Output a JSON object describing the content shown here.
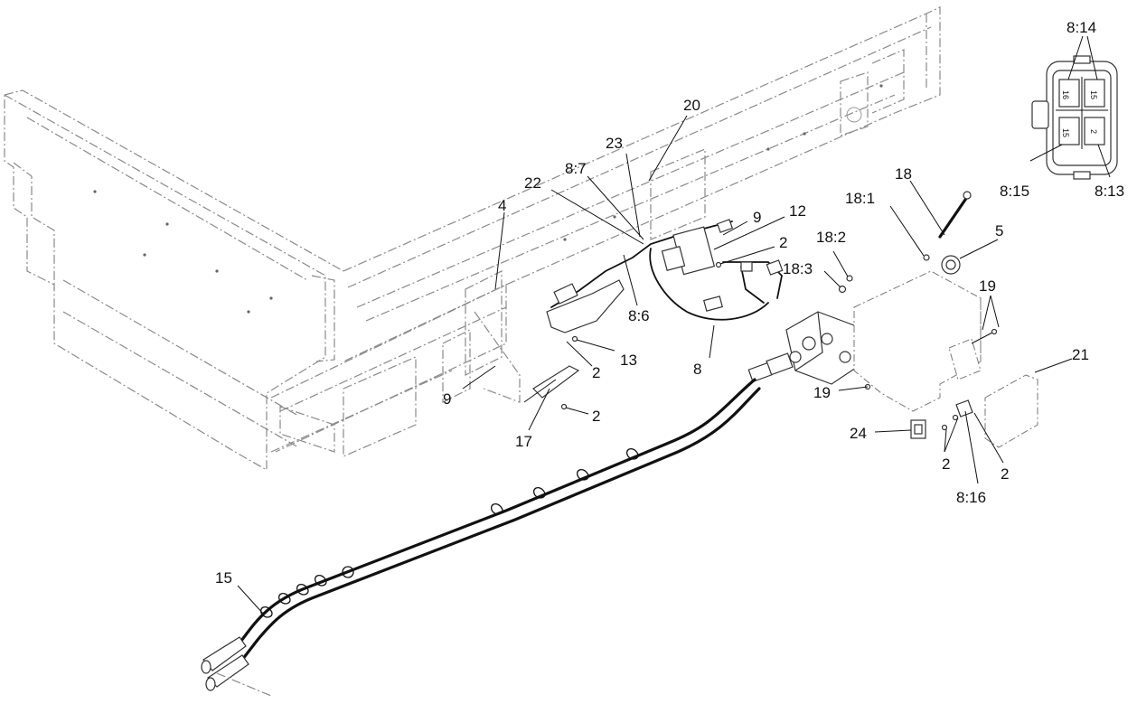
{
  "callouts": [
    {
      "id": "20",
      "text": "20"
    },
    {
      "id": "23",
      "text": "23"
    },
    {
      "id": "8-7",
      "text": "8:7"
    },
    {
      "id": "22",
      "text": "22"
    },
    {
      "id": "4",
      "text": "4"
    },
    {
      "id": "9-top",
      "text": "9"
    },
    {
      "id": "12",
      "text": "12"
    },
    {
      "id": "2-a",
      "text": "2"
    },
    {
      "id": "8-6",
      "text": "8:6"
    },
    {
      "id": "13",
      "text": "13"
    },
    {
      "id": "2-b",
      "text": "2"
    },
    {
      "id": "9-left",
      "text": "9"
    },
    {
      "id": "2-c",
      "text": "2"
    },
    {
      "id": "17",
      "text": "17"
    },
    {
      "id": "8",
      "text": "8"
    },
    {
      "id": "18",
      "text": "18"
    },
    {
      "id": "18-1",
      "text": "18:1"
    },
    {
      "id": "18-2",
      "text": "18:2"
    },
    {
      "id": "18-3",
      "text": "18:3"
    },
    {
      "id": "5",
      "text": "5"
    },
    {
      "id": "19-top",
      "text": "19"
    },
    {
      "id": "21",
      "text": "21"
    },
    {
      "id": "19-mid",
      "text": "19"
    },
    {
      "id": "24",
      "text": "24"
    },
    {
      "id": "2-d",
      "text": "2"
    },
    {
      "id": "2-e",
      "text": "2"
    },
    {
      "id": "8-16",
      "text": "8:16"
    },
    {
      "id": "15",
      "text": "15"
    },
    {
      "id": "8-14",
      "text": "8:14"
    },
    {
      "id": "8-15",
      "text": "8:15"
    },
    {
      "id": "8-13",
      "text": "8:13"
    }
  ],
  "connector_pins": [
    {
      "id": "pin-16",
      "text": "16"
    },
    {
      "id": "pin-15-top",
      "text": "15"
    },
    {
      "id": "pin-15-bottom",
      "text": "15"
    },
    {
      "id": "pin-2",
      "text": "2"
    }
  ]
}
